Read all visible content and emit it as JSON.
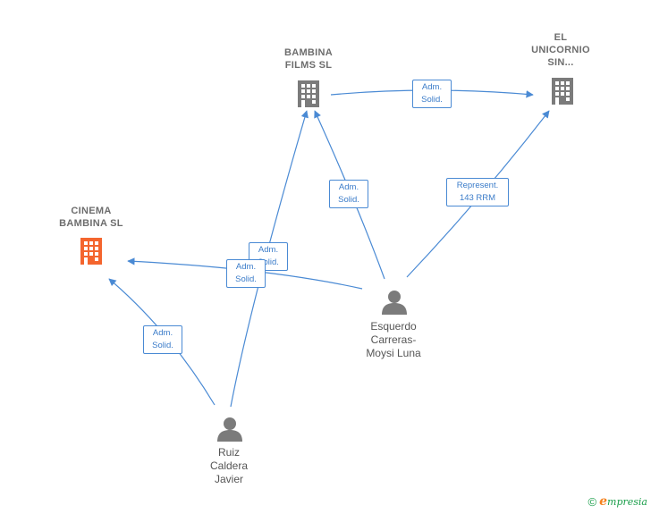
{
  "nodes": {
    "bambina_films": {
      "label": "BAMBINA\nFILMS  SL"
    },
    "el_unicornio": {
      "label": "EL\nUNICORNIO\nSIN..."
    },
    "cinema_bambina": {
      "label": "CINEMA\nBAMBINA  SL"
    },
    "esquerdo": {
      "label": "Esquerdo\nCarreras-\nMoysi Luna"
    },
    "ruiz": {
      "label": "Ruiz\nCaldera\nJavier"
    }
  },
  "edges": {
    "films_unicornio": "Adm.\nSolid.",
    "esquerdo_films": "Adm.\nSolid.",
    "esquerdo_unicornio": "Represent.\n143 RRM",
    "ruiz_films": "Adm.\nSolid.",
    "esquerdo_cinema": "Adm.\nSolid.",
    "ruiz_cinema": "Adm.\nSolid."
  },
  "colors": {
    "edge": "#4a8ad4",
    "company": "#7b7b7b",
    "company_main": "#f4652e",
    "person": "#7b7b7b"
  },
  "footer": {
    "copyright": "©",
    "brand_initial": "e",
    "brand_rest": "mpresia"
  }
}
